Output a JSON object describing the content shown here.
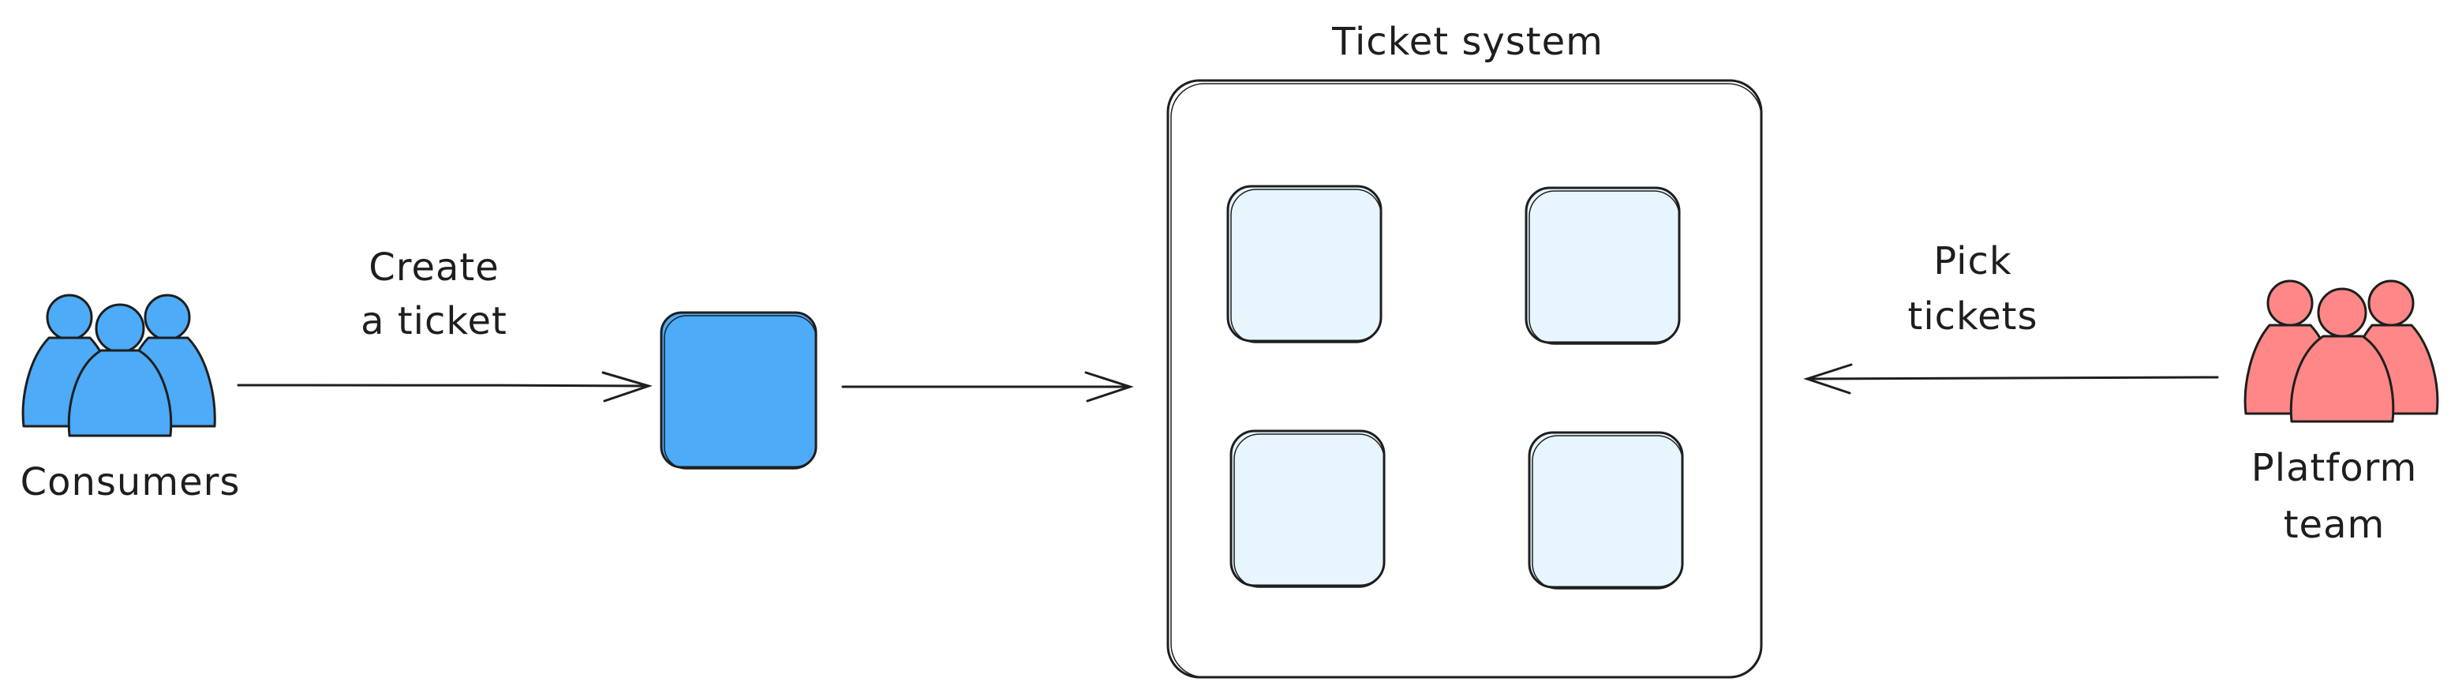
{
  "diagram": {
    "title": "Ticket system",
    "consumers": {
      "label": "Consumers",
      "icon": "people-group-icon",
      "color": "#4dabf7"
    },
    "create_label": {
      "line1": "Create",
      "line2": "a ticket"
    },
    "new_ticket": {
      "color": "#4dabf7"
    },
    "queue_ticket": {
      "color": "#e7f5ff",
      "count": 4
    },
    "pick_label": {
      "line1": "Pick",
      "line2": "tickets"
    },
    "platform_team": {
      "line1": "Platform",
      "line2": "team",
      "icon": "people-group-icon",
      "color": "#ff8787"
    },
    "stroke_color": "#1e1e1e"
  }
}
